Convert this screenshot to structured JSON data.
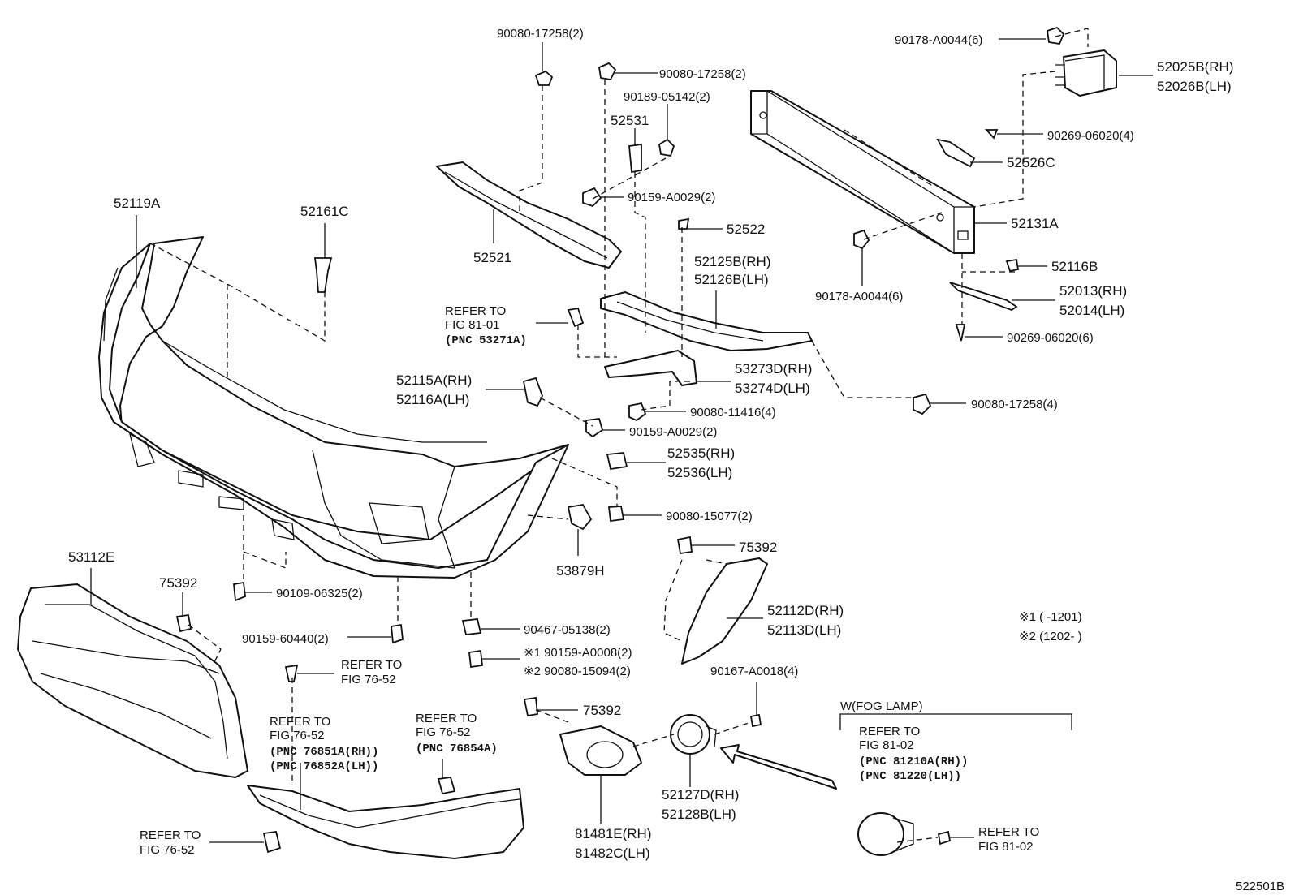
{
  "labels": {
    "p90080_17258_top": "90080-17258(2)",
    "p90080_17258_b": "90080-17258(2)",
    "p90189": "90189-05142(2)",
    "p52531": "52531",
    "p90159_a0029_a": "90159-A0029(2)",
    "p52521": "52521",
    "p52522": "52522",
    "p52125b": "52125B(RH)",
    "p52126b": "52126B(LH)",
    "p90178_a": "90178-A0044(6)",
    "p52025b": "52025B(RH)",
    "p52026b": "52026B(LH)",
    "p90269_a": "90269-06020(4)",
    "p52526c": "52526C",
    "p52131a": "52131A",
    "p90178_b": "90178-A0044(6)",
    "p52116b": "52116B",
    "p52013": "52013(RH)",
    "p52014": "52014(LH)",
    "p90269_b": "90269-06020(6)",
    "p52119a": "52119A",
    "p52161c": "52161C",
    "p53273d": "53273D(RH)",
    "p53274d": "53274D(LH)",
    "p52115a": "52115A(RH)",
    "p52116a": "52116A(LH)",
    "p90080_11416": "90080-11416(4)",
    "p90080_17258_4": "90080-17258(4)",
    "p90159_a0029_b": "90159-A0029(2)",
    "p52535": "52535(RH)",
    "p52536": "52536(LH)",
    "p90080_15077": "90080-15077(2)",
    "p53879h": "53879H",
    "p75392_a": "75392",
    "p53112e": "53112E",
    "p75392_b": "75392",
    "p90109": "90109-06325(2)",
    "p52112d": "52112D(RH)",
    "p52113d": "52113D(LH)",
    "p90467": "90467-05138(2)",
    "p90159_60440": "90159-60440(2)",
    "p90159_a0008": "※1 90159-A0008(2)",
    "p90080_15094": "※2 90080-15094(2)",
    "p90167": "90167-A0018(4)",
    "p75392_c": "75392",
    "p52127d": "52127D(RH)",
    "p52128b": "52128B(LH)",
    "p81481e": "81481E(RH)",
    "p81482c": "81482C(LH)",
    "diagram_id": "522501B"
  },
  "refs": {
    "r1": [
      "REFER TO",
      "FIG 81-01",
      "(PNC 53271A)"
    ],
    "r2": [
      "REFER TO",
      "FIG 76-52"
    ],
    "r3": [
      "REFER TO",
      "FIG 76-52",
      "(PNC 76851A(RH))",
      "(PNC 76852A(LH))"
    ],
    "r4": [
      "REFER TO",
      "FIG 76-52",
      "(PNC 76854A)"
    ],
    "r5": [
      "REFER TO",
      "FIG 76-52"
    ],
    "r6": [
      "REFER TO",
      "FIG 81-02",
      "(PNC 81210A(RH))",
      "(PNC 81220(LH))"
    ],
    "r7": [
      "REFER TO",
      "FIG 81-02"
    ]
  },
  "notes": {
    "n1": "※1 (      -1201)",
    "n2": "※2 (1202-      )",
    "fog_title": "W(FOG LAMP)"
  }
}
